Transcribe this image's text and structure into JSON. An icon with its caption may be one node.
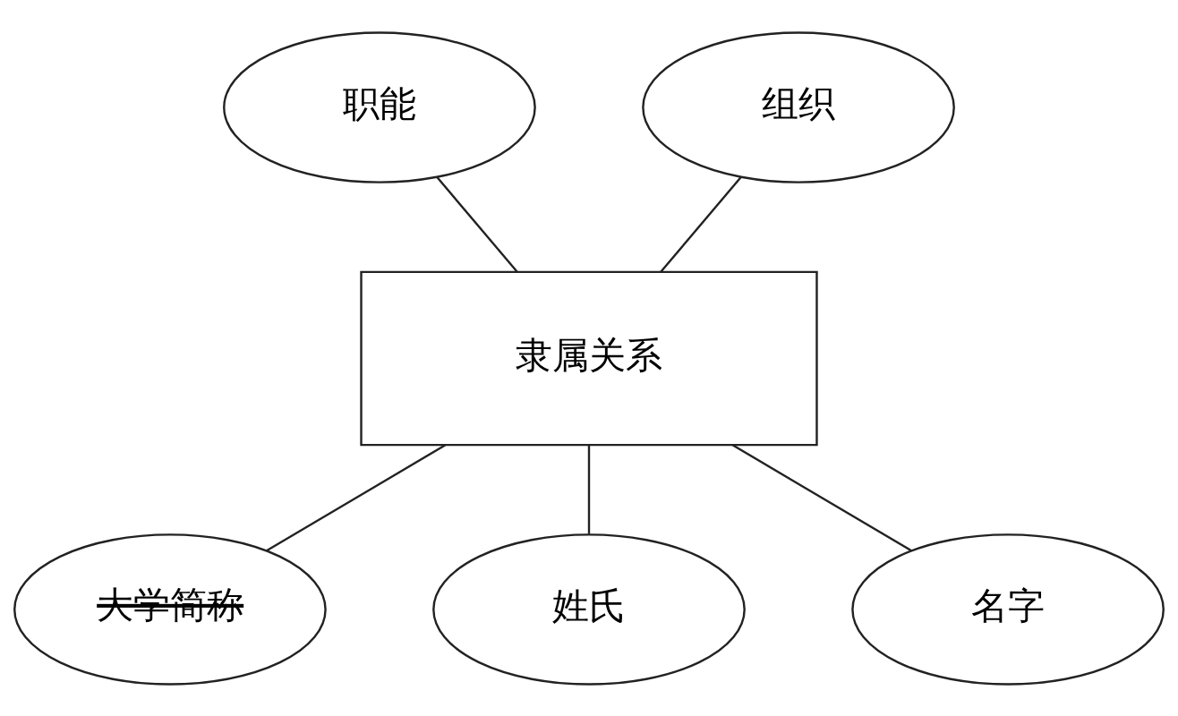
{
  "diagram": {
    "nodes": [
      {
        "text": [
          "职能"
        ]
      },
      {
        "text": [
          "组织"
        ]
      },
      {
        "text": [
          "隶属关系"
        ]
      },
      {
        "text": [
          "大学简称"
        ]
      },
      {
        "text": [
          "姓氏"
        ]
      },
      {
        "text": [
          "名字"
        ]
      }
    ],
    "edges": [
      {
        "from": 0,
        "to": 2,
        "arrow": "none"
      },
      {
        "from": 1,
        "to": 2,
        "arrow": "none"
      },
      {
        "from": 2,
        "to": 3,
        "arrow": "none"
      },
      {
        "from": 2,
        "to": 4,
        "arrow": "none"
      },
      {
        "from": 2,
        "to": 5,
        "arrow": "none"
      }
    ]
  }
}
